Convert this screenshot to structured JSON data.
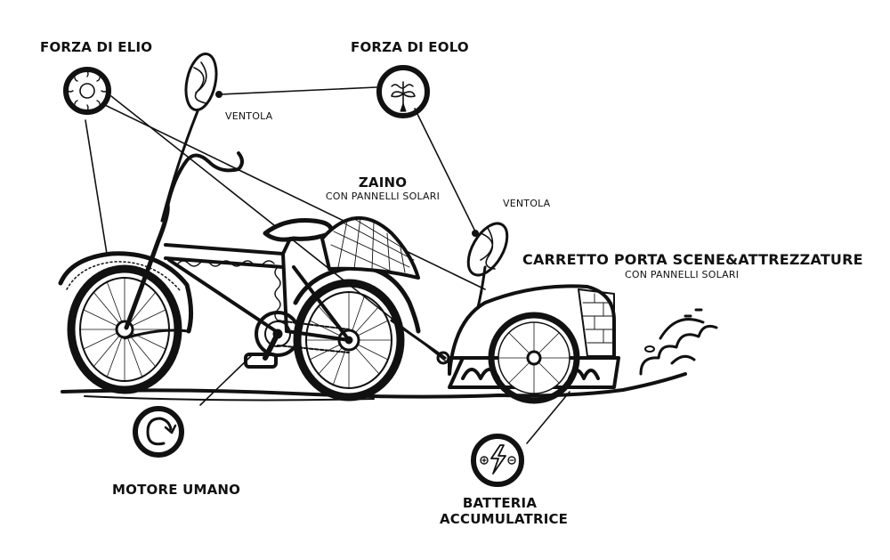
{
  "diagram": {
    "background_color": "#ffffff",
    "ink_color": "#111111",
    "labels": {
      "forza_elio": "FORZA DI ELIO",
      "forza_eolo": "FORZA DI EOLO",
      "ventola_front": "VENTOLA",
      "ventola_rear": "VENTOLA",
      "zaino_title": "ZAINO",
      "zaino_sub": "CON PANNELLI SOLARI",
      "carretto_title": "CARRETTO PORTA SCENE&ATTREZZATURE",
      "carretto_sub": "CON PANNELLI SOLARI",
      "motore_umano": "MOTORE UMANO",
      "batteria_line1": "BATTERIA",
      "batteria_line2": "ACCUMULATRICE"
    },
    "icons": [
      {
        "name": "sun-icon",
        "meaning": "solar power"
      },
      {
        "name": "wind-turbine-icon",
        "meaning": "wind power"
      },
      {
        "name": "rotation-arrow-icon",
        "meaning": "human pedal power"
      },
      {
        "name": "battery-lightning-icon",
        "meaning": "battery storage"
      }
    ]
  }
}
